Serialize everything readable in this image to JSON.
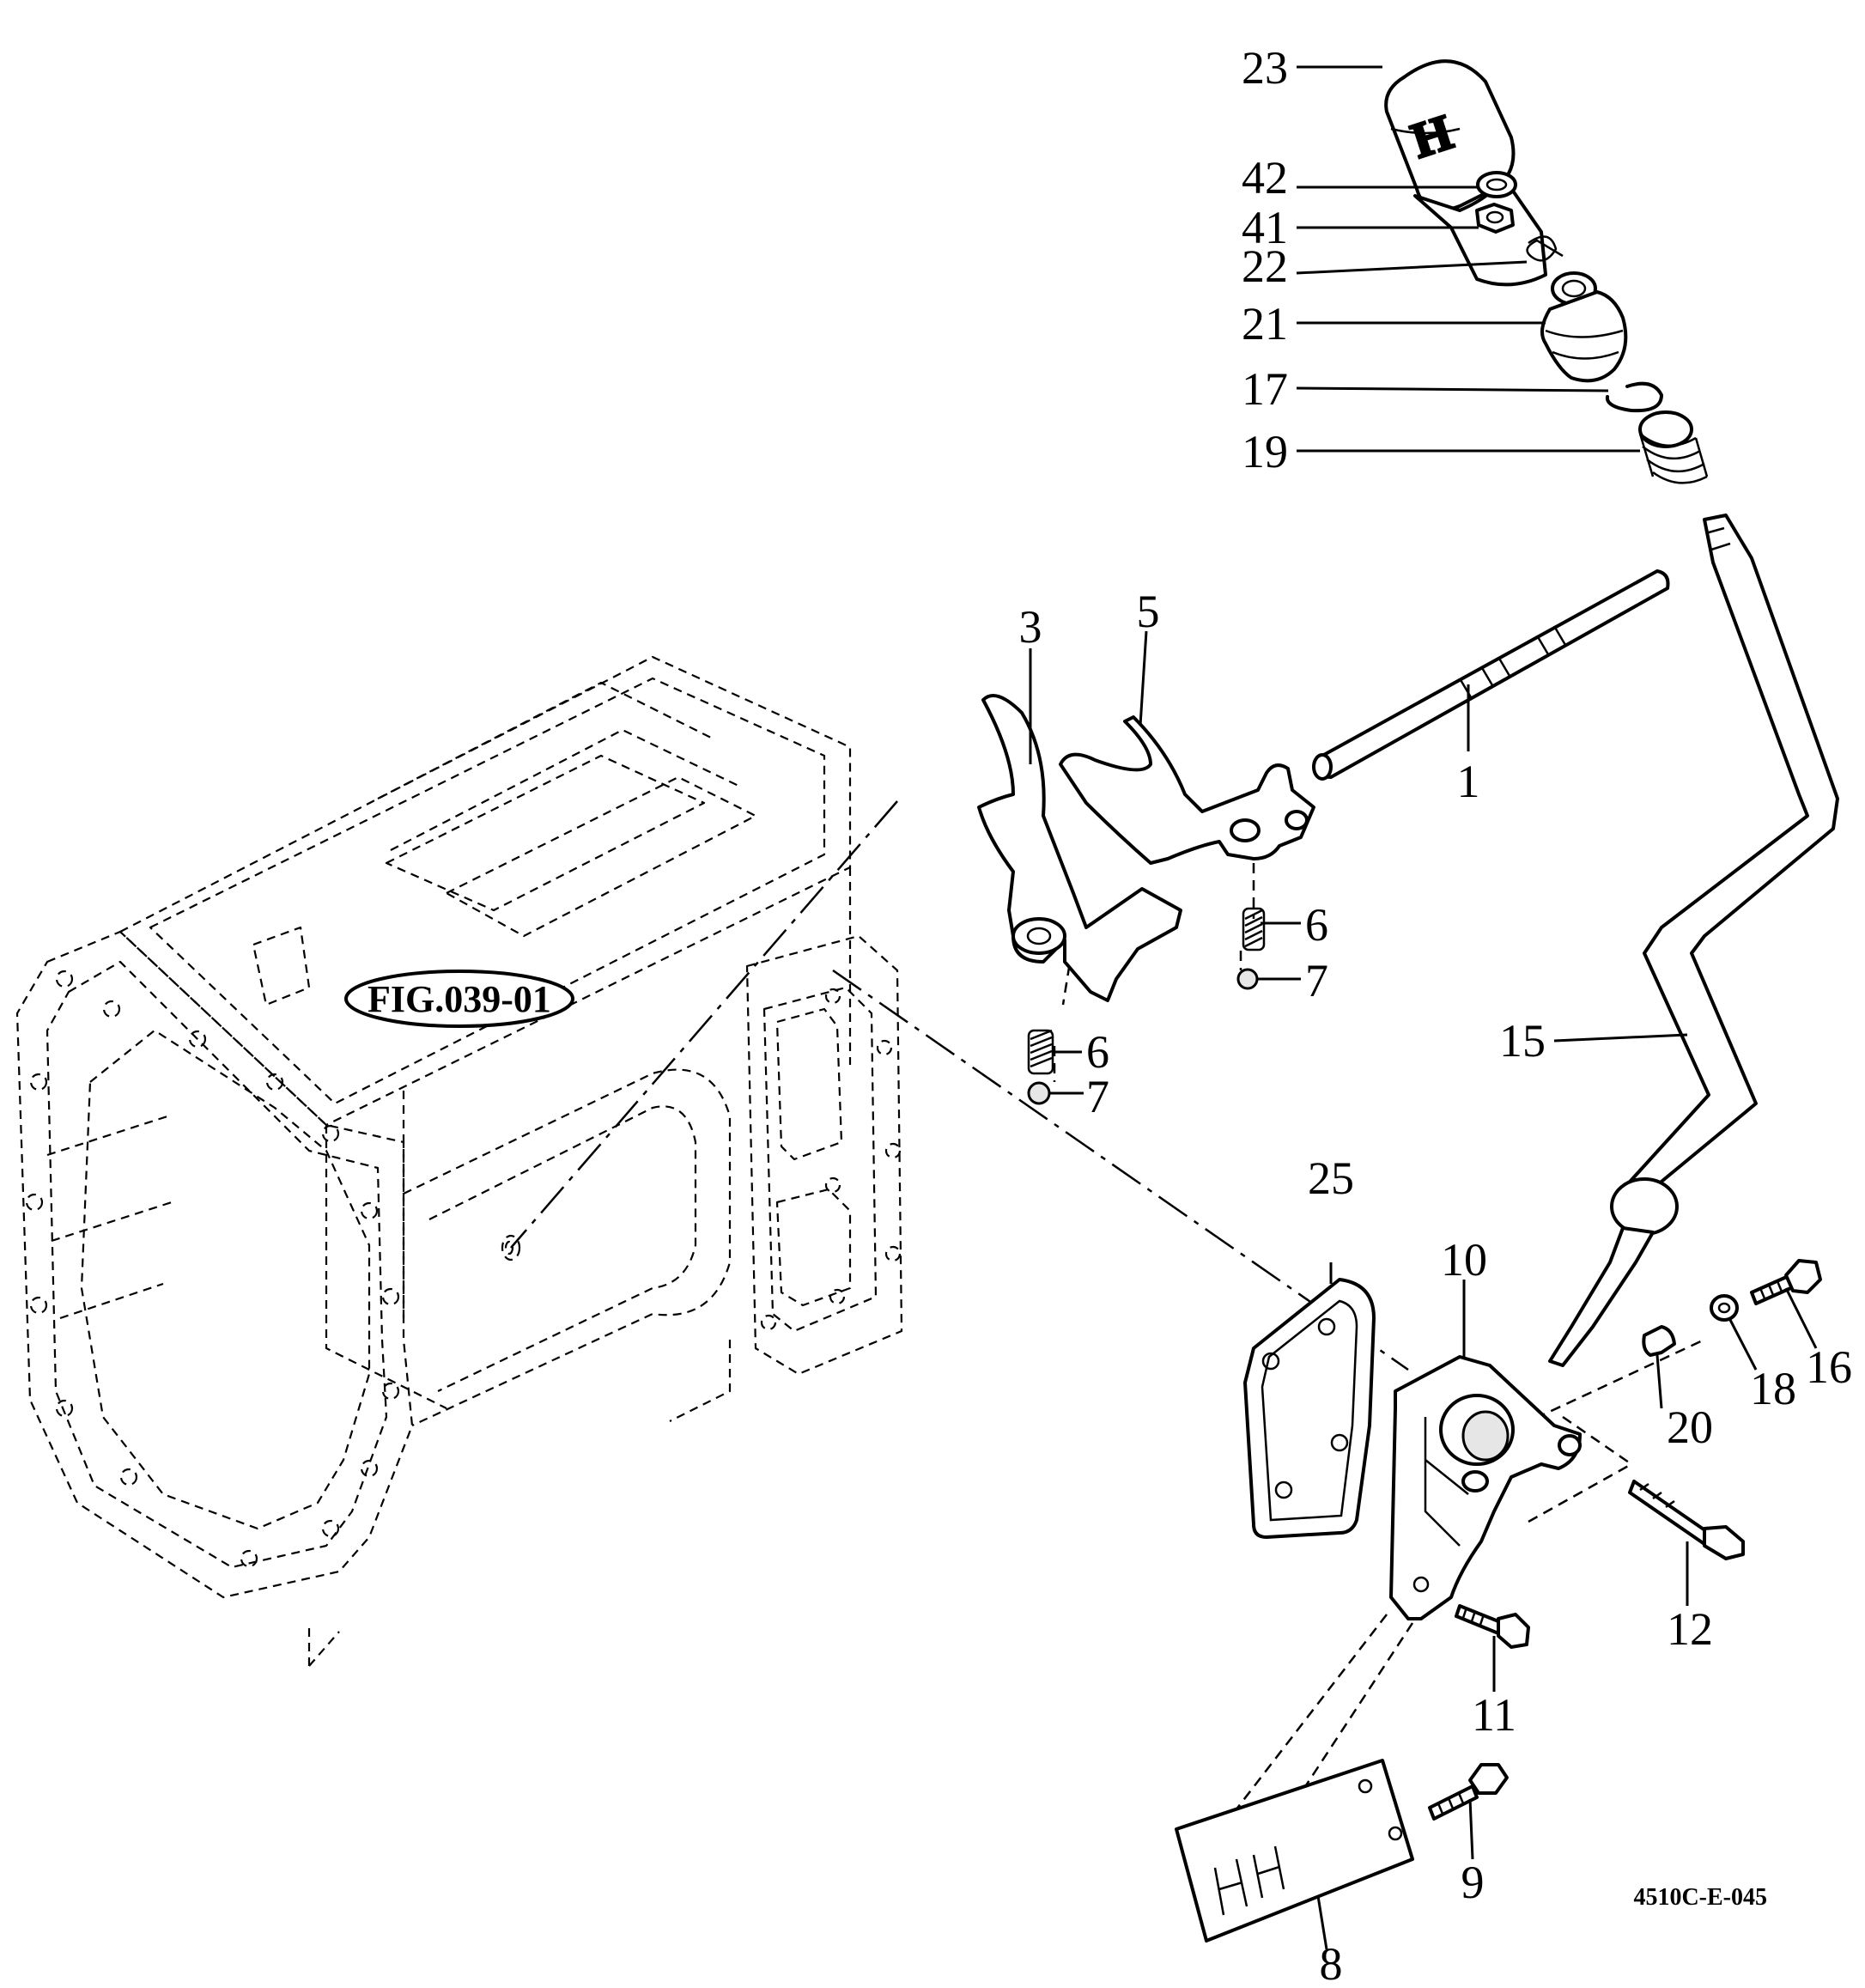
{
  "diagram": {
    "figure_ref": "FIG.039-01",
    "drawing_code": "4510C-E-045",
    "callouts": [
      {
        "id": "c23",
        "label": "23"
      },
      {
        "id": "c42",
        "label": "42"
      },
      {
        "id": "c41",
        "label": "41"
      },
      {
        "id": "c22",
        "label": "22"
      },
      {
        "id": "c21",
        "label": "21"
      },
      {
        "id": "c17",
        "label": "17"
      },
      {
        "id": "c19",
        "label": "19"
      },
      {
        "id": "c3",
        "label": "3"
      },
      {
        "id": "c5",
        "label": "5"
      },
      {
        "id": "c1",
        "label": "1"
      },
      {
        "id": "c6a",
        "label": "6"
      },
      {
        "id": "c7a",
        "label": "7"
      },
      {
        "id": "c6b",
        "label": "6"
      },
      {
        "id": "c7b",
        "label": "7"
      },
      {
        "id": "c15",
        "label": "15"
      },
      {
        "id": "c25",
        "label": "25"
      },
      {
        "id": "c10",
        "label": "10"
      },
      {
        "id": "c20",
        "label": "20"
      },
      {
        "id": "c18",
        "label": "18"
      },
      {
        "id": "c16",
        "label": "16"
      },
      {
        "id": "c12",
        "label": "12"
      },
      {
        "id": "c11",
        "label": "11"
      },
      {
        "id": "c9",
        "label": "9"
      },
      {
        "id": "c8",
        "label": "8"
      }
    ]
  }
}
